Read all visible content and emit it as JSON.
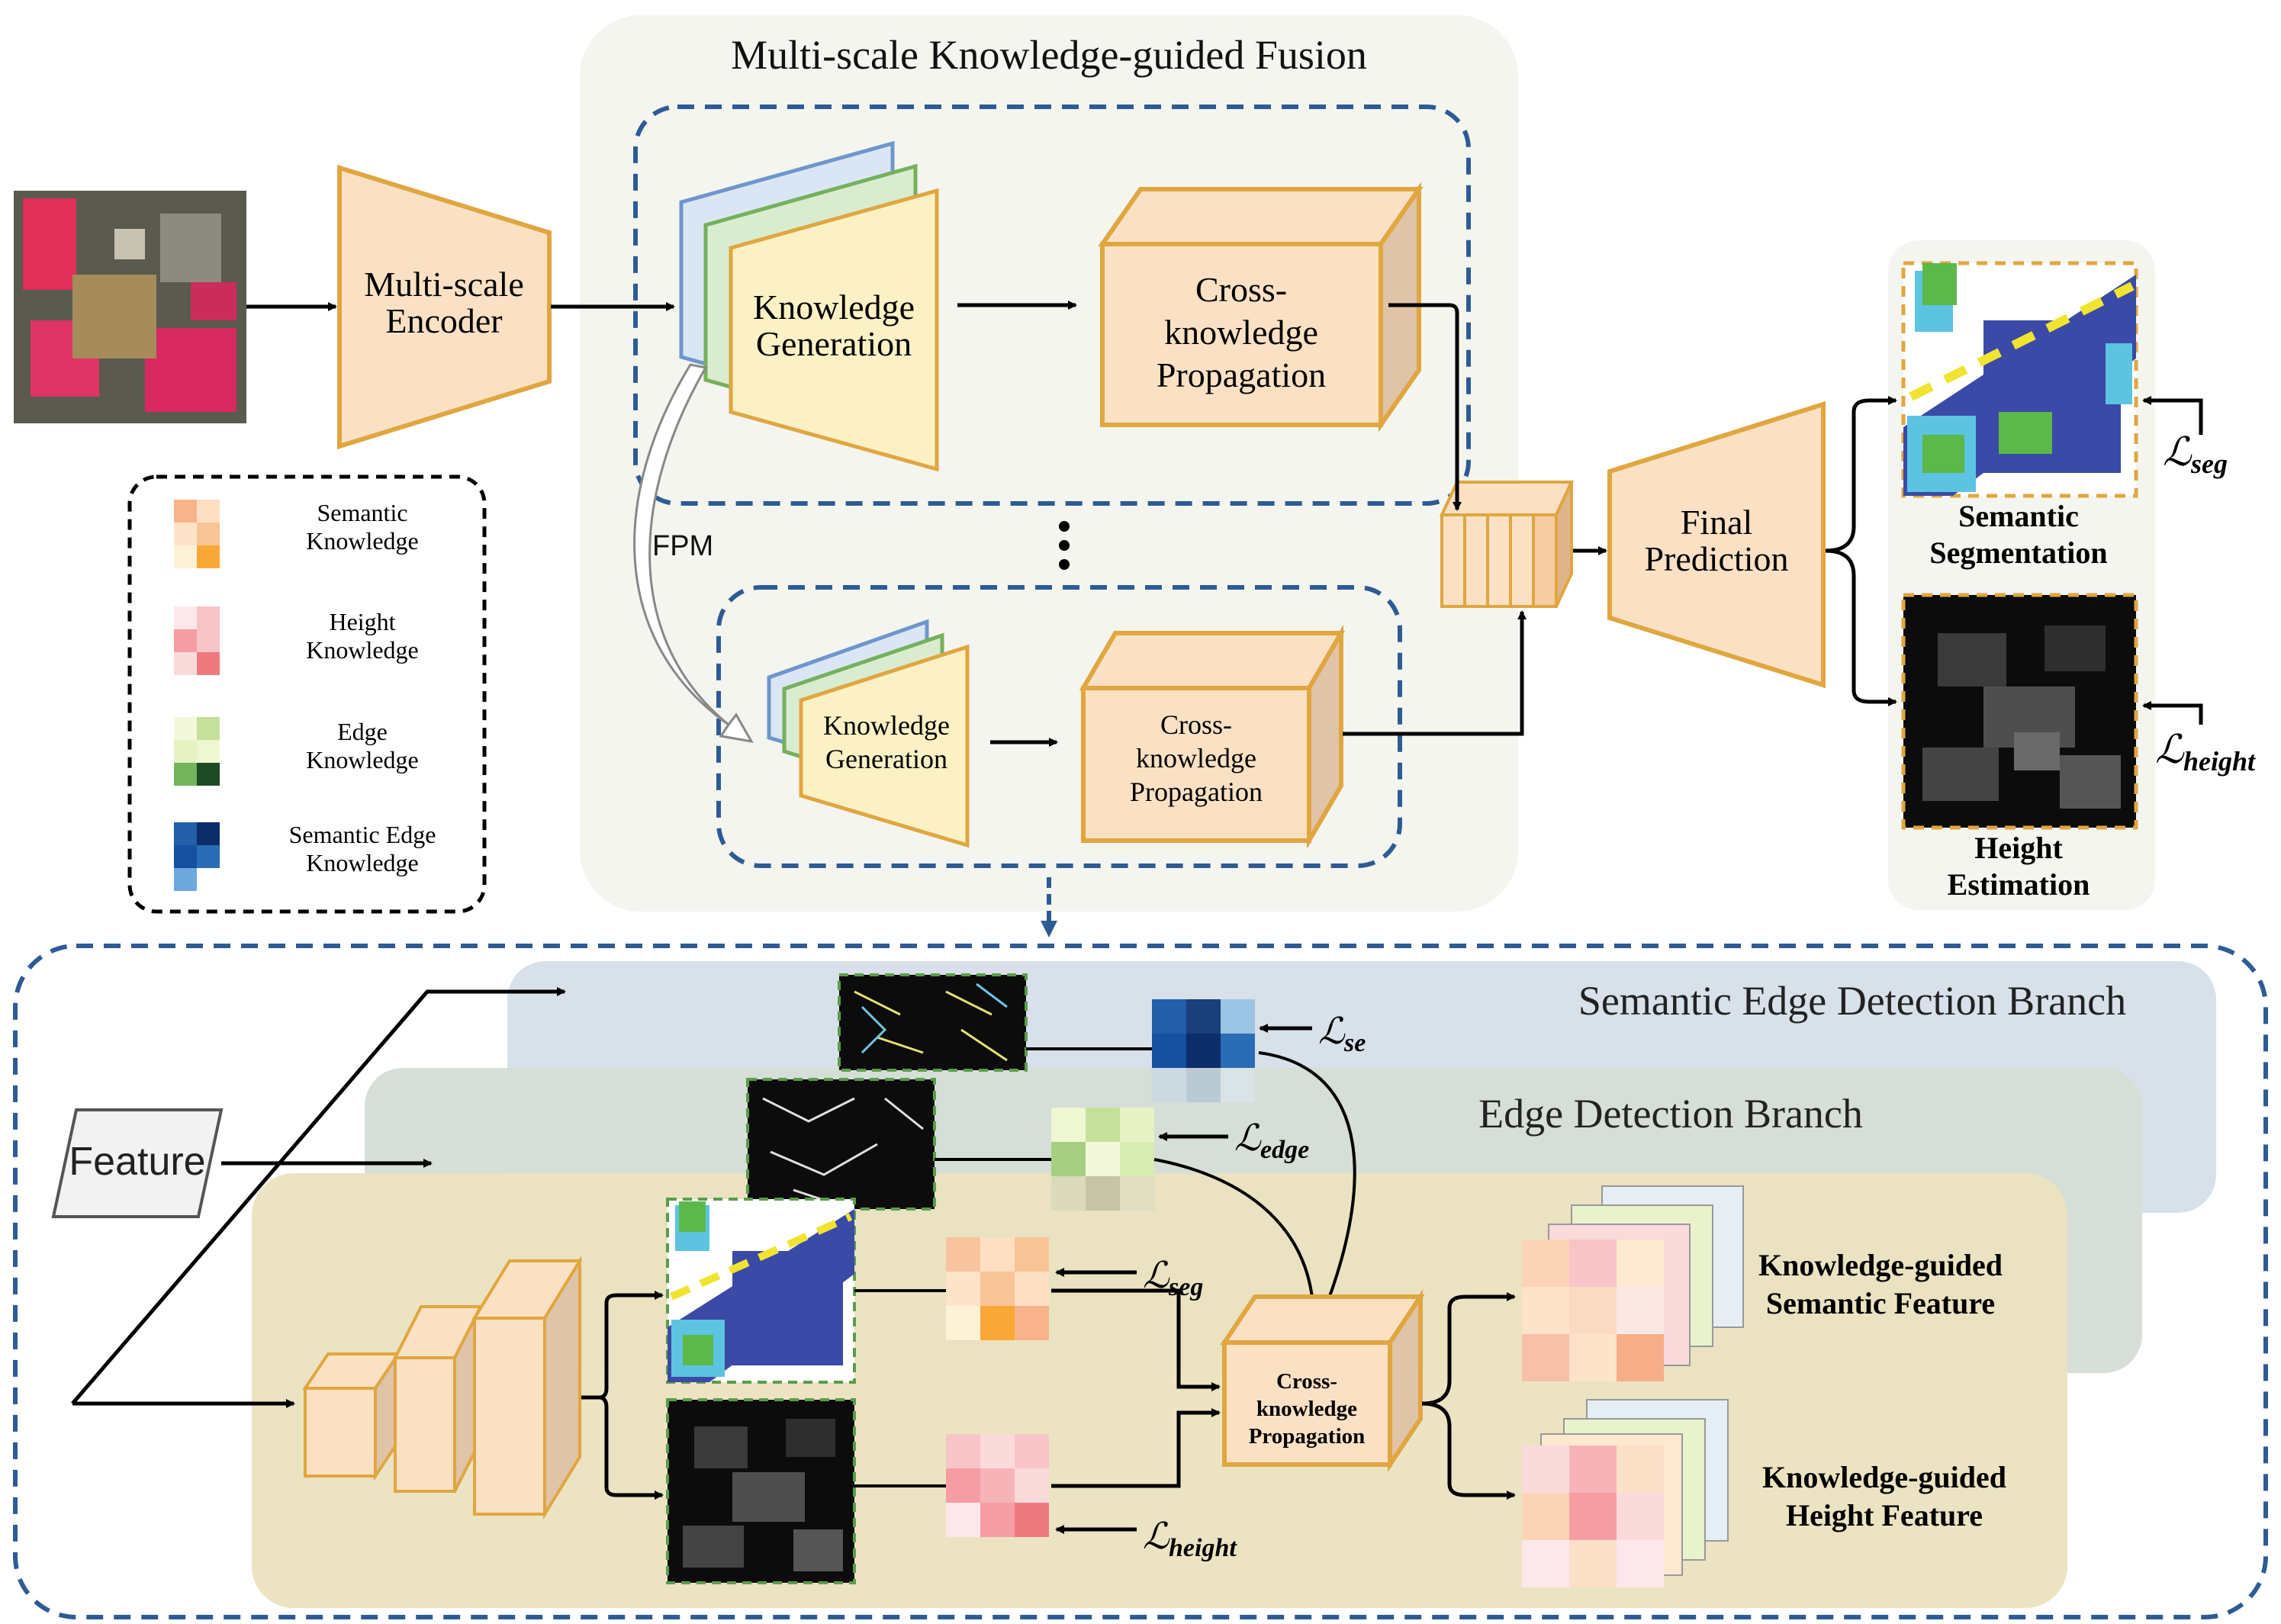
{
  "top": {
    "mkf_title": "Multi-scale Knowledge-guided Fusion",
    "encoder": [
      "Multi-scale",
      "Encoder"
    ],
    "kg_large": [
      "Knowledge",
      "Generation"
    ],
    "ckp_large": [
      "Cross-",
      "knowledge",
      "Propagation"
    ],
    "kg_small": [
      "Knowledge",
      "Generation"
    ],
    "ckp_small": [
      "Cross-",
      "knowledge",
      "Propagation"
    ],
    "fpm": "FPM",
    "final_prediction": [
      "Final",
      "Prediction"
    ],
    "seg_caption": [
      "Semantic",
      "Segmentation"
    ],
    "height_caption": [
      "Height",
      "Estimation"
    ],
    "loss_seg": "seg",
    "loss_height": "height"
  },
  "legend": {
    "items": [
      {
        "label": [
          "Semantic",
          "Knowledge"
        ]
      },
      {
        "label": [
          "Height",
          "Knowledge"
        ]
      },
      {
        "label": [
          "Edge",
          "Knowledge"
        ]
      },
      {
        "label": [
          "Semantic Edge",
          "Knowledge"
        ]
      }
    ]
  },
  "bottom": {
    "se_branch": "Semantic Edge Detection Branch",
    "edge_branch": "Edge Detection Branch",
    "feature": "Feature",
    "loss_se": "se",
    "loss_edge": "edge",
    "loss_seg": "seg",
    "loss_height": "height",
    "ckp": [
      "Cross-",
      "knowledge",
      "Propagation"
    ],
    "kg_semantic": [
      "Knowledge-guided",
      "Semantic Feature"
    ],
    "kg_height": [
      "Knowledge-guided",
      "Height Feature"
    ]
  },
  "colors": {
    "orange_fill": "#fbe1c4",
    "orange_stroke": "#e0a640",
    "panel_bg": "#f4f5ef",
    "dash_blue": "#2e5b94",
    "se_panel": "#d8e1ea",
    "edge_panel": "#d5ddd6",
    "sem_panel": "#ebe2c0"
  }
}
